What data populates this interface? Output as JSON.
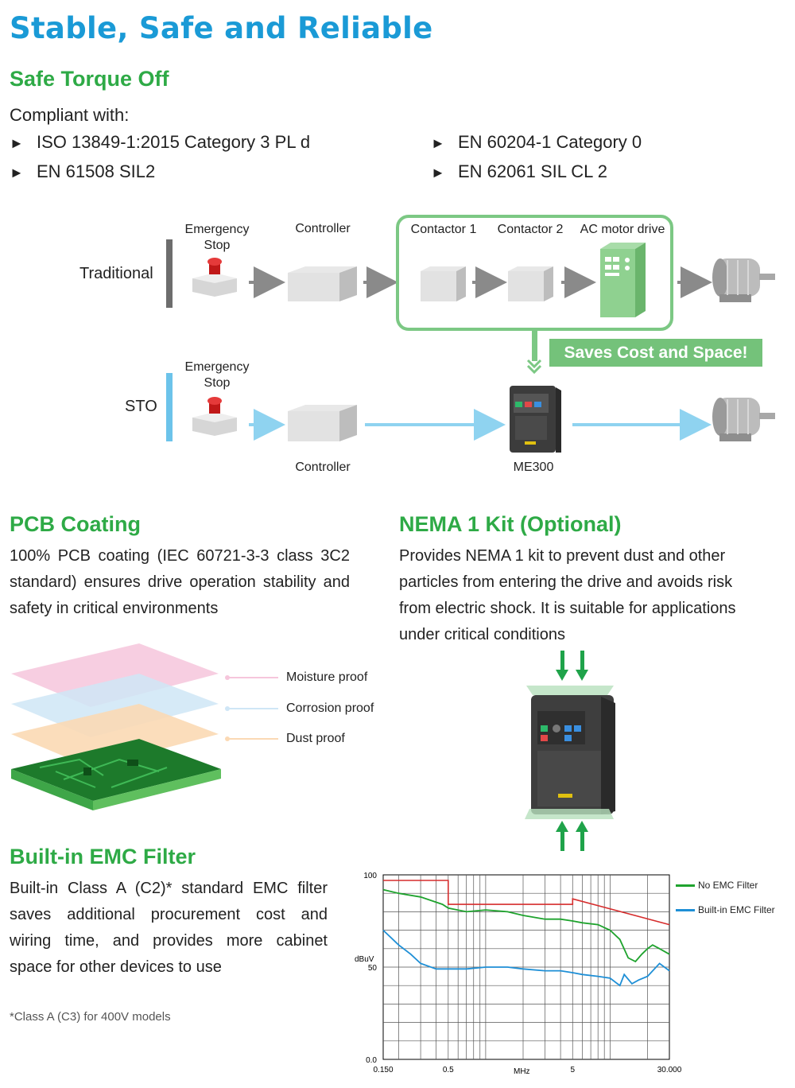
{
  "title": "Stable, Safe and Reliable",
  "sto": {
    "heading": "Safe Torque Off",
    "compliant_label": "Compliant with:",
    "bullet_marker": "►",
    "standards_left": [
      "ISO 13849-1:2015 Category 3 PL d",
      "EN 61508 SIL2"
    ],
    "standards_right": [
      "EN 60204-1 Category 0",
      "EN 62061 SIL CL 2"
    ]
  },
  "diagram": {
    "traditional_label": "Traditional",
    "sto_label": "STO",
    "emergency_stop_1": "Emergency Stop",
    "emergency_stop_2": "Emergency Stop",
    "controller_top": "Controller",
    "controller_bottom": "Controller",
    "contactor1": "Contactor 1",
    "contactor2": "Contactor 2",
    "ac_motor_drive": "AC motor drive",
    "saves_banner": "Saves Cost and Space!",
    "me300": "ME300",
    "colors": {
      "traditional_bar": "#6d6d6d",
      "sto_bar": "#6cc3ea",
      "green_frame": "#7cc884",
      "sto_arrow": "#8fd3f0"
    }
  },
  "pcb": {
    "heading": "PCB Coating",
    "text": "100% PCB coating (IEC 60721-3-3 class 3C2 standard) ensures drive operation stability and safety in critical environments",
    "layers": [
      "Moisture proof",
      "Corrosion proof",
      "Dust proof"
    ]
  },
  "nema": {
    "heading": "NEMA 1 Kit (Optional)",
    "text": "Provides NEMA 1 kit to prevent dust and other particles from entering the drive and avoids risk from electric shock. It is suitable for applications under critical conditions"
  },
  "emc": {
    "heading": "Built-in EMC Filter",
    "text": "Built-in Class A (C2)* standard EMC filter saves additional procurement cost and wiring time, and provides more cabinet space for other devices to use",
    "footnote": "*Class A (C3) for 400V models"
  },
  "chart_data": {
    "type": "line",
    "ylabel": "dBuV",
    "xlabel": "MHz",
    "x_scale": "log",
    "xlim": [
      0.15,
      30
    ],
    "ylim": [
      0,
      100
    ],
    "x_ticks": [
      "0.150",
      "0.5",
      "5",
      "30.000"
    ],
    "y_ticks": [
      "0.0",
      "50",
      "100"
    ],
    "grid": true,
    "legend_placement": "right",
    "series": [
      {
        "name": "No EMC Filter",
        "color": "#1fa32e",
        "x": [
          0.15,
          0.2,
          0.3,
          0.45,
          0.5,
          0.7,
          1,
          1.5,
          2,
          3,
          4,
          5,
          6,
          8,
          10,
          12,
          14,
          16,
          18,
          20,
          22,
          25,
          30
        ],
        "y": [
          92,
          90,
          88,
          84,
          82,
          80,
          81,
          80,
          78,
          76,
          76,
          75,
          74,
          73,
          70,
          65,
          55,
          53,
          57,
          60,
          62,
          60,
          57
        ]
      },
      {
        "name": "Built-in EMC Filter",
        "color": "#1e8fd6",
        "x": [
          0.15,
          0.2,
          0.25,
          0.3,
          0.4,
          0.5,
          0.7,
          1,
          1.5,
          2,
          3,
          4,
          5,
          6,
          8,
          10,
          12,
          13,
          15,
          17,
          20,
          25,
          30
        ],
        "y": [
          70,
          62,
          57,
          52,
          49,
          49,
          49,
          50,
          50,
          49,
          48,
          48,
          47,
          46,
          45,
          44,
          40,
          46,
          41,
          43,
          45,
          52,
          48
        ]
      },
      {
        "name": "",
        "color": "#d62d2d",
        "x": [
          0.15,
          0.5,
          0.5,
          5,
          5,
          30
        ],
        "y": [
          97,
          97,
          84,
          84,
          87,
          73
        ]
      }
    ]
  }
}
